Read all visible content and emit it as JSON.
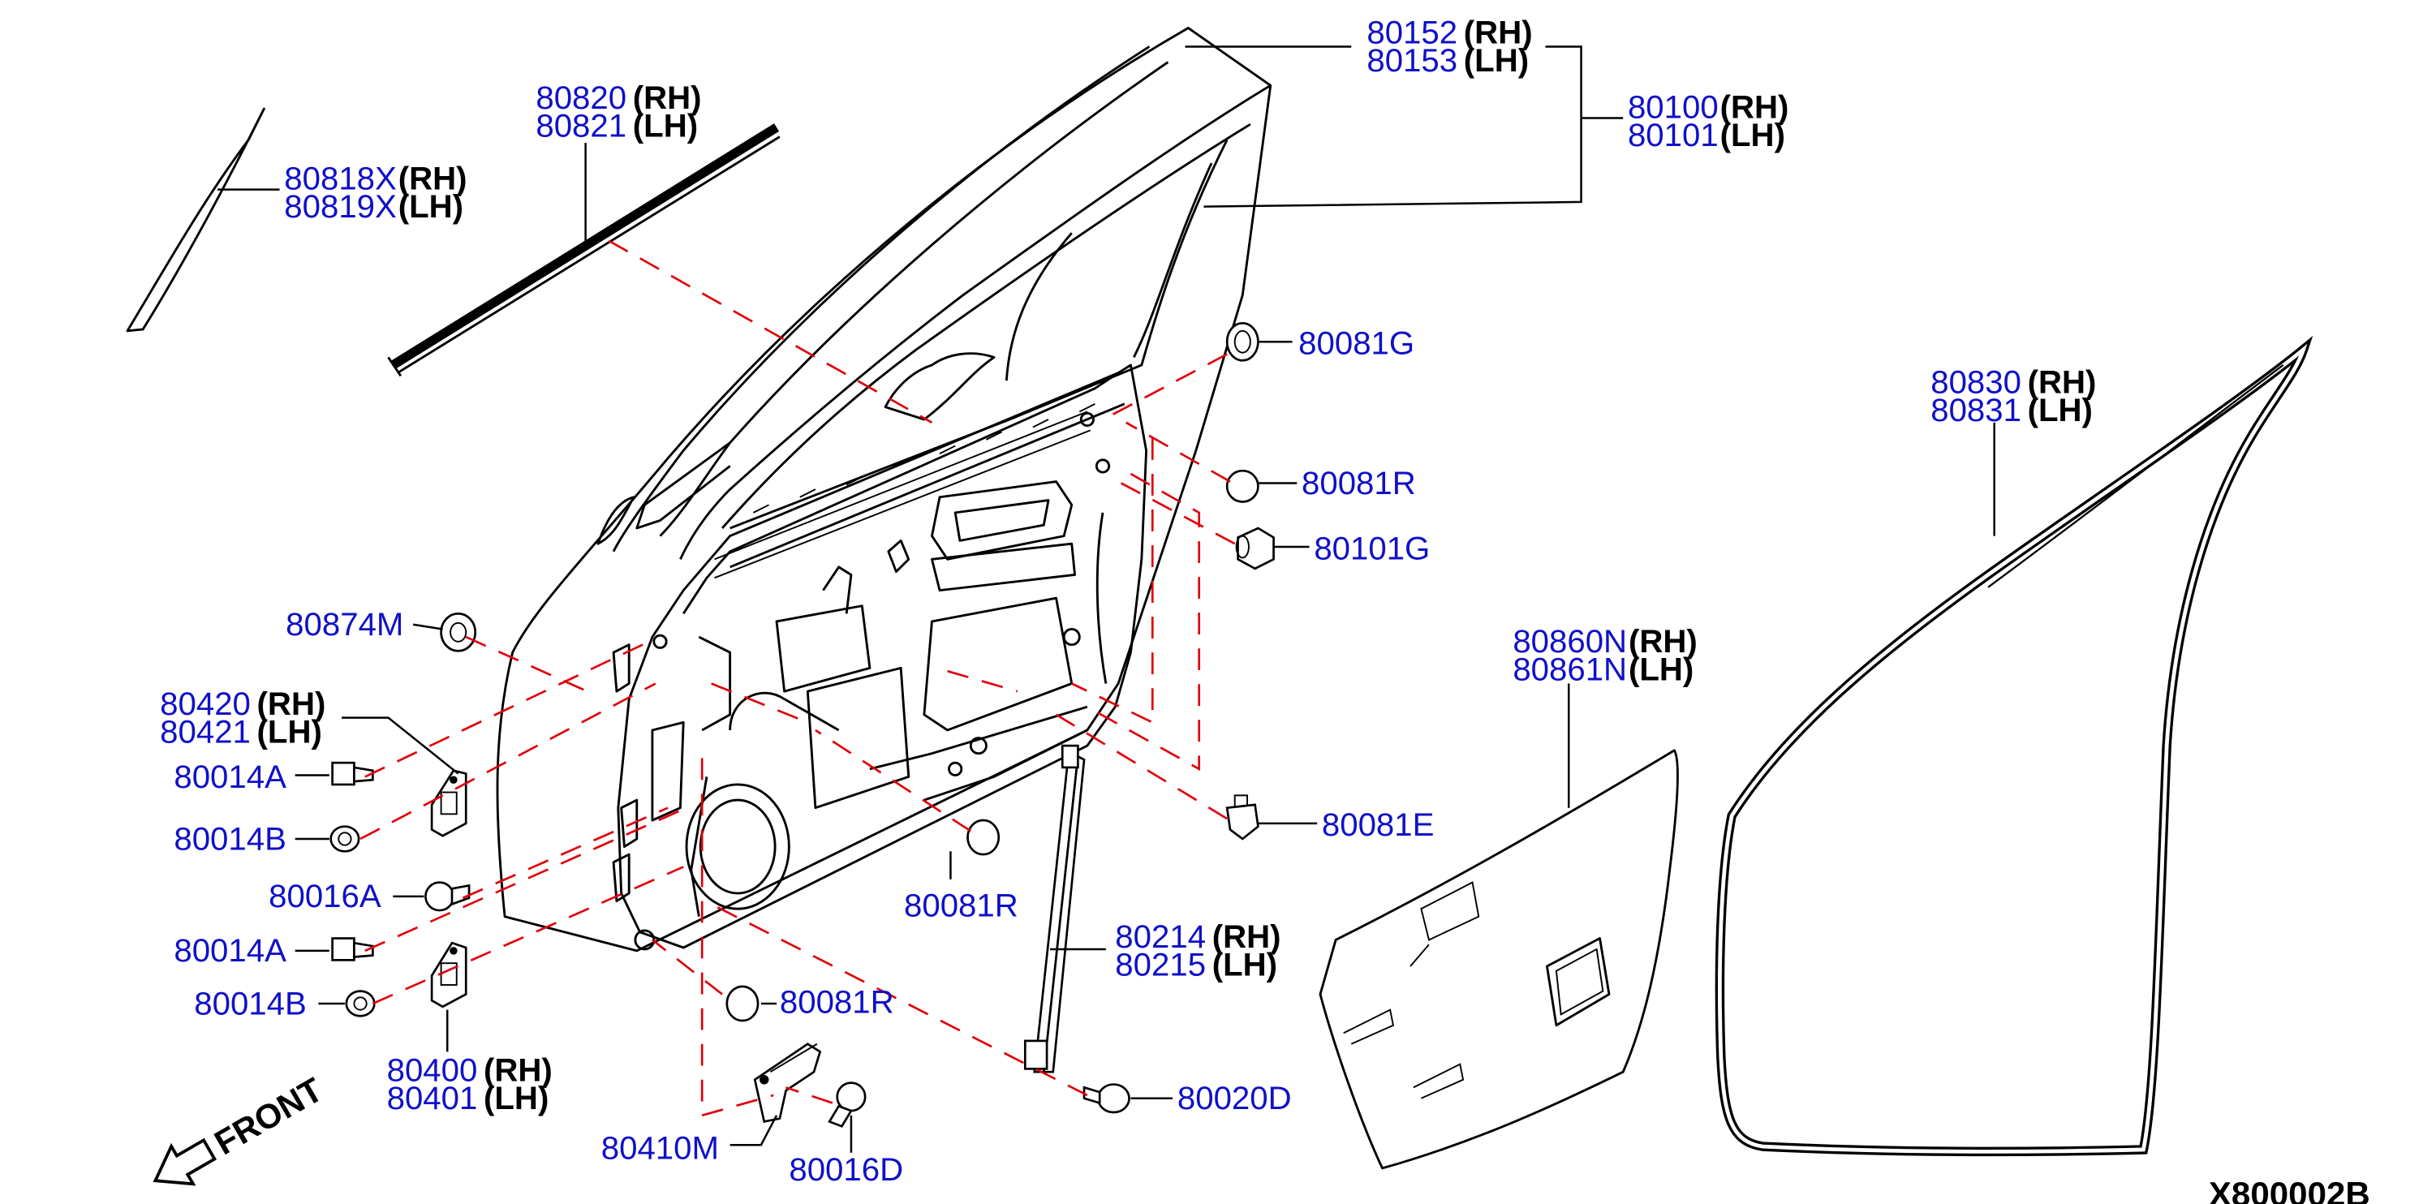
{
  "diagram": {
    "drawing_code": "X800002B",
    "front_label": "FRONT",
    "parts": [
      {
        "id": "p80152",
        "number": "80152",
        "side": "(RH)"
      },
      {
        "id": "p80153",
        "number": "80153",
        "side": "(LH)"
      },
      {
        "id": "p80100",
        "number": "80100",
        "side": "(RH)"
      },
      {
        "id": "p80101",
        "number": "80101",
        "side": "(LH)"
      },
      {
        "id": "p80820",
        "number": "80820",
        "side": "(RH)"
      },
      {
        "id": "p80821",
        "number": "80821",
        "side": "(LH)"
      },
      {
        "id": "p80818X",
        "number": "80818X",
        "side": "(RH)"
      },
      {
        "id": "p80819X",
        "number": "80819X",
        "side": "(LH)"
      },
      {
        "id": "p80081G",
        "number": "80081G",
        "side": ""
      },
      {
        "id": "p80081R_a",
        "number": "80081R",
        "side": ""
      },
      {
        "id": "p80101G",
        "number": "80101G",
        "side": ""
      },
      {
        "id": "p80830",
        "number": "80830",
        "side": "(RH)"
      },
      {
        "id": "p80831",
        "number": "80831",
        "side": "(LH)"
      },
      {
        "id": "p80874M",
        "number": "80874M",
        "side": ""
      },
      {
        "id": "p80420",
        "number": "80420",
        "side": "(RH)"
      },
      {
        "id": "p80421",
        "number": "80421",
        "side": "(LH)"
      },
      {
        "id": "p80014A_a",
        "number": "80014A",
        "side": ""
      },
      {
        "id": "p80014B_a",
        "number": "80014B",
        "side": ""
      },
      {
        "id": "p80016A",
        "number": "80016A",
        "side": ""
      },
      {
        "id": "p80014A_b",
        "number": "80014A",
        "side": ""
      },
      {
        "id": "p80014B_b",
        "number": "80014B",
        "side": ""
      },
      {
        "id": "p80400",
        "number": "80400",
        "side": "(RH)"
      },
      {
        "id": "p80401",
        "number": "80401",
        "side": "(LH)"
      },
      {
        "id": "p80860N",
        "number": "80860N",
        "side": "(RH)"
      },
      {
        "id": "p80861N",
        "number": "80861N",
        "side": "(LH)"
      },
      {
        "id": "p80081E",
        "number": "80081E",
        "side": ""
      },
      {
        "id": "p80081R_b",
        "number": "80081R",
        "side": ""
      },
      {
        "id": "p80214",
        "number": "80214",
        "side": "(RH)"
      },
      {
        "id": "p80215",
        "number": "80215",
        "side": "(LH)"
      },
      {
        "id": "p80081R_c",
        "number": "80081R",
        "side": ""
      },
      {
        "id": "p80020D",
        "number": "80020D",
        "side": ""
      },
      {
        "id": "p80410M",
        "number": "80410M",
        "side": ""
      },
      {
        "id": "p80016D",
        "number": "80016D",
        "side": ""
      }
    ]
  }
}
